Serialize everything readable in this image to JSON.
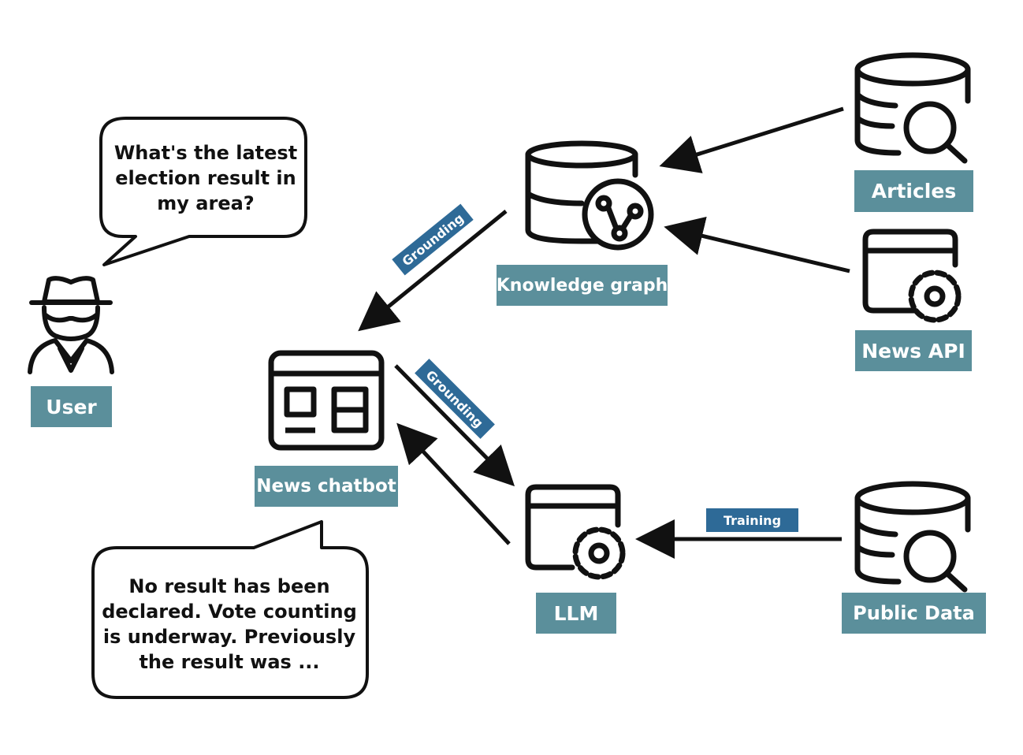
{
  "colors": {
    "label_bg": "#5b8f9b",
    "edge_label_bg": "#2e6a97",
    "stroke": "#111111"
  },
  "nodes": {
    "user": {
      "label": "User",
      "icon": "user-spy-icon"
    },
    "chatbot": {
      "label": "News chatbot",
      "icon": "dashboard-window-icon"
    },
    "knowledge_graph": {
      "label": "Knowledge graph",
      "icon": "database-graph-icon"
    },
    "articles": {
      "label": "Articles",
      "icon": "database-search-icon"
    },
    "news_api": {
      "label": "News API",
      "icon": "window-gear-icon"
    },
    "llm": {
      "label": "LLM",
      "icon": "window-gear-icon"
    },
    "public_data": {
      "label": "Public Data",
      "icon": "database-search-icon"
    }
  },
  "bubbles": {
    "question": [
      "What's the latest",
      "election result in",
      "my area?"
    ],
    "answer": [
      "No result has been",
      "declared. Vote counting",
      "is underway. Previously",
      "the result was ..."
    ]
  },
  "edge_labels": {
    "kg_to_chatbot": "Grounding",
    "chatbot_to_llm": "Grounding",
    "public_to_llm": "Training"
  }
}
